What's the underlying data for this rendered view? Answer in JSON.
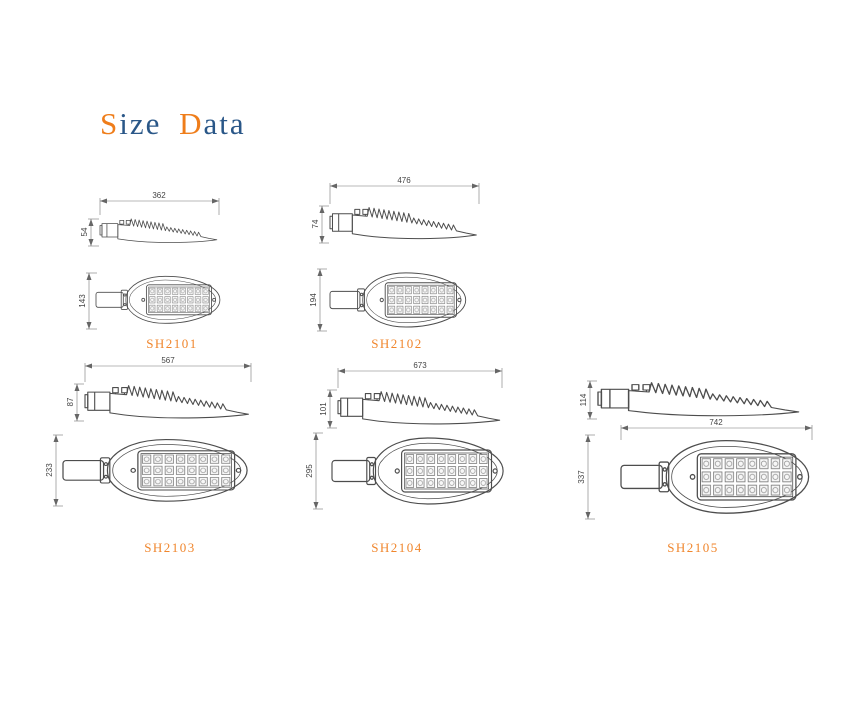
{
  "title": {
    "seg1": "S",
    "seg2": "ize ",
    "seg3": "D",
    "seg4": "ata"
  },
  "colors": {
    "accent_orange": "#ef7d1a",
    "title_blue": "#2a5788",
    "label_orange": "#f0862d",
    "line_gray": "#4d4d4d"
  },
  "models": [
    {
      "name": "SH2101",
      "length": "362",
      "height": "54",
      "width": "143"
    },
    {
      "name": "SH2102",
      "length": "476",
      "height": "74",
      "width": "194"
    },
    {
      "name": "SH2103",
      "length": "567",
      "height": "87",
      "width": "233"
    },
    {
      "name": "SH2104",
      "length": "673",
      "height": "101",
      "width": "295"
    },
    {
      "name": "SH2105",
      "length": "742",
      "height": "114",
      "width": "337"
    }
  ]
}
